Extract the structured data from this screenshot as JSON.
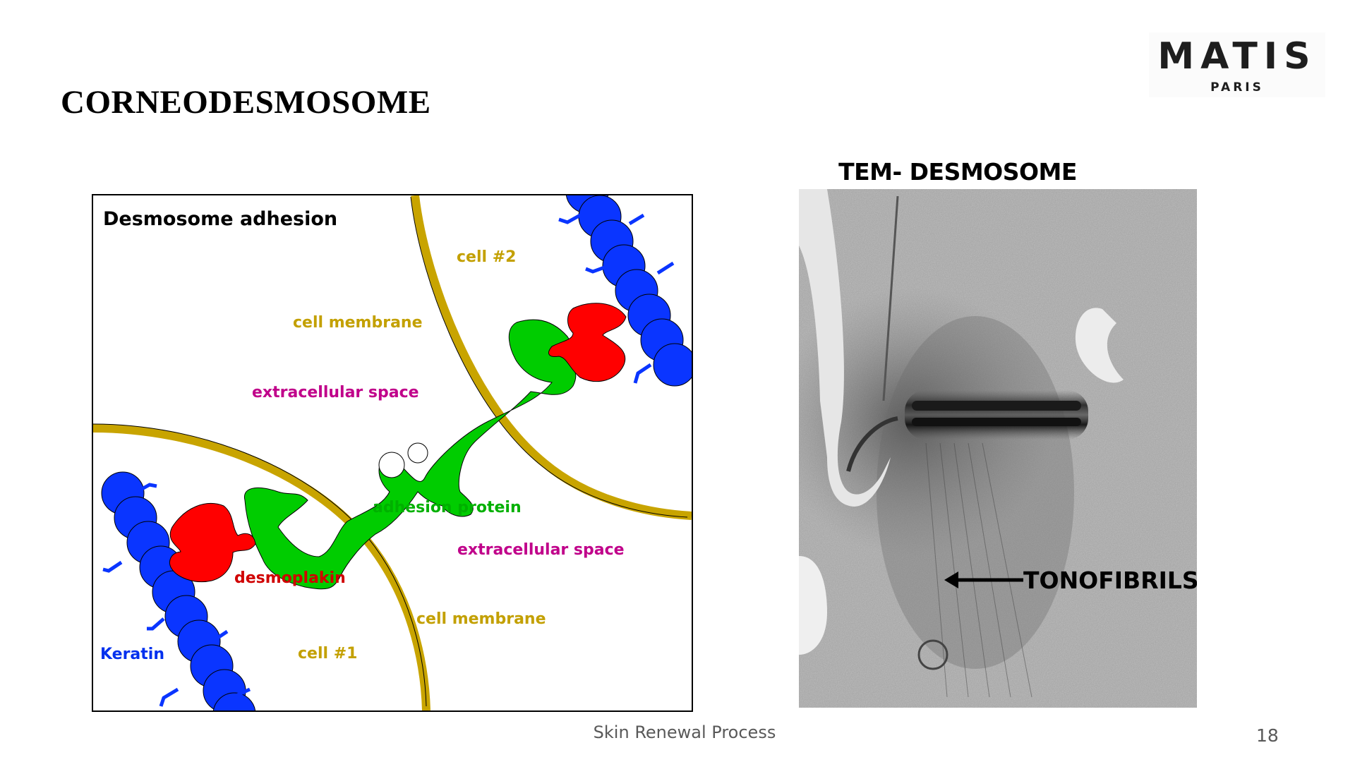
{
  "slide": {
    "title": "CORNEODESMOSOME",
    "footer": "Skin Renewal Process",
    "page_number": "18"
  },
  "logo": {
    "name": "MATIS",
    "subtitle": "PARIS"
  },
  "diagram": {
    "title": "Desmosome adhesion",
    "labels": {
      "cell2": "cell #2",
      "cell_membrane_top": "cell membrane",
      "extracellular_top": "extracellular space",
      "adhesion_protein": "adhesion protein",
      "extracellular_bottom": "extracellular space",
      "desmoplakin": "desmoplakin",
      "cell_membrane_bottom": "cell membrane",
      "keratin": "Keratin",
      "cell1": "cell #1"
    },
    "colors": {
      "membrane": "#c8a400",
      "membrane_label": "#c3a000",
      "extracellular": "#c0008a",
      "adhesion": "#00cc00",
      "adhesion_label": "#00b000",
      "desmoplakin": "#ff0000",
      "desmoplakin_label": "#d00000",
      "keratin": "#0033ff",
      "keratin_label": "#0030ee"
    }
  },
  "micrograph": {
    "caption": "TEM- DESMOSOME",
    "annotation": "TONOFIBRILS"
  }
}
